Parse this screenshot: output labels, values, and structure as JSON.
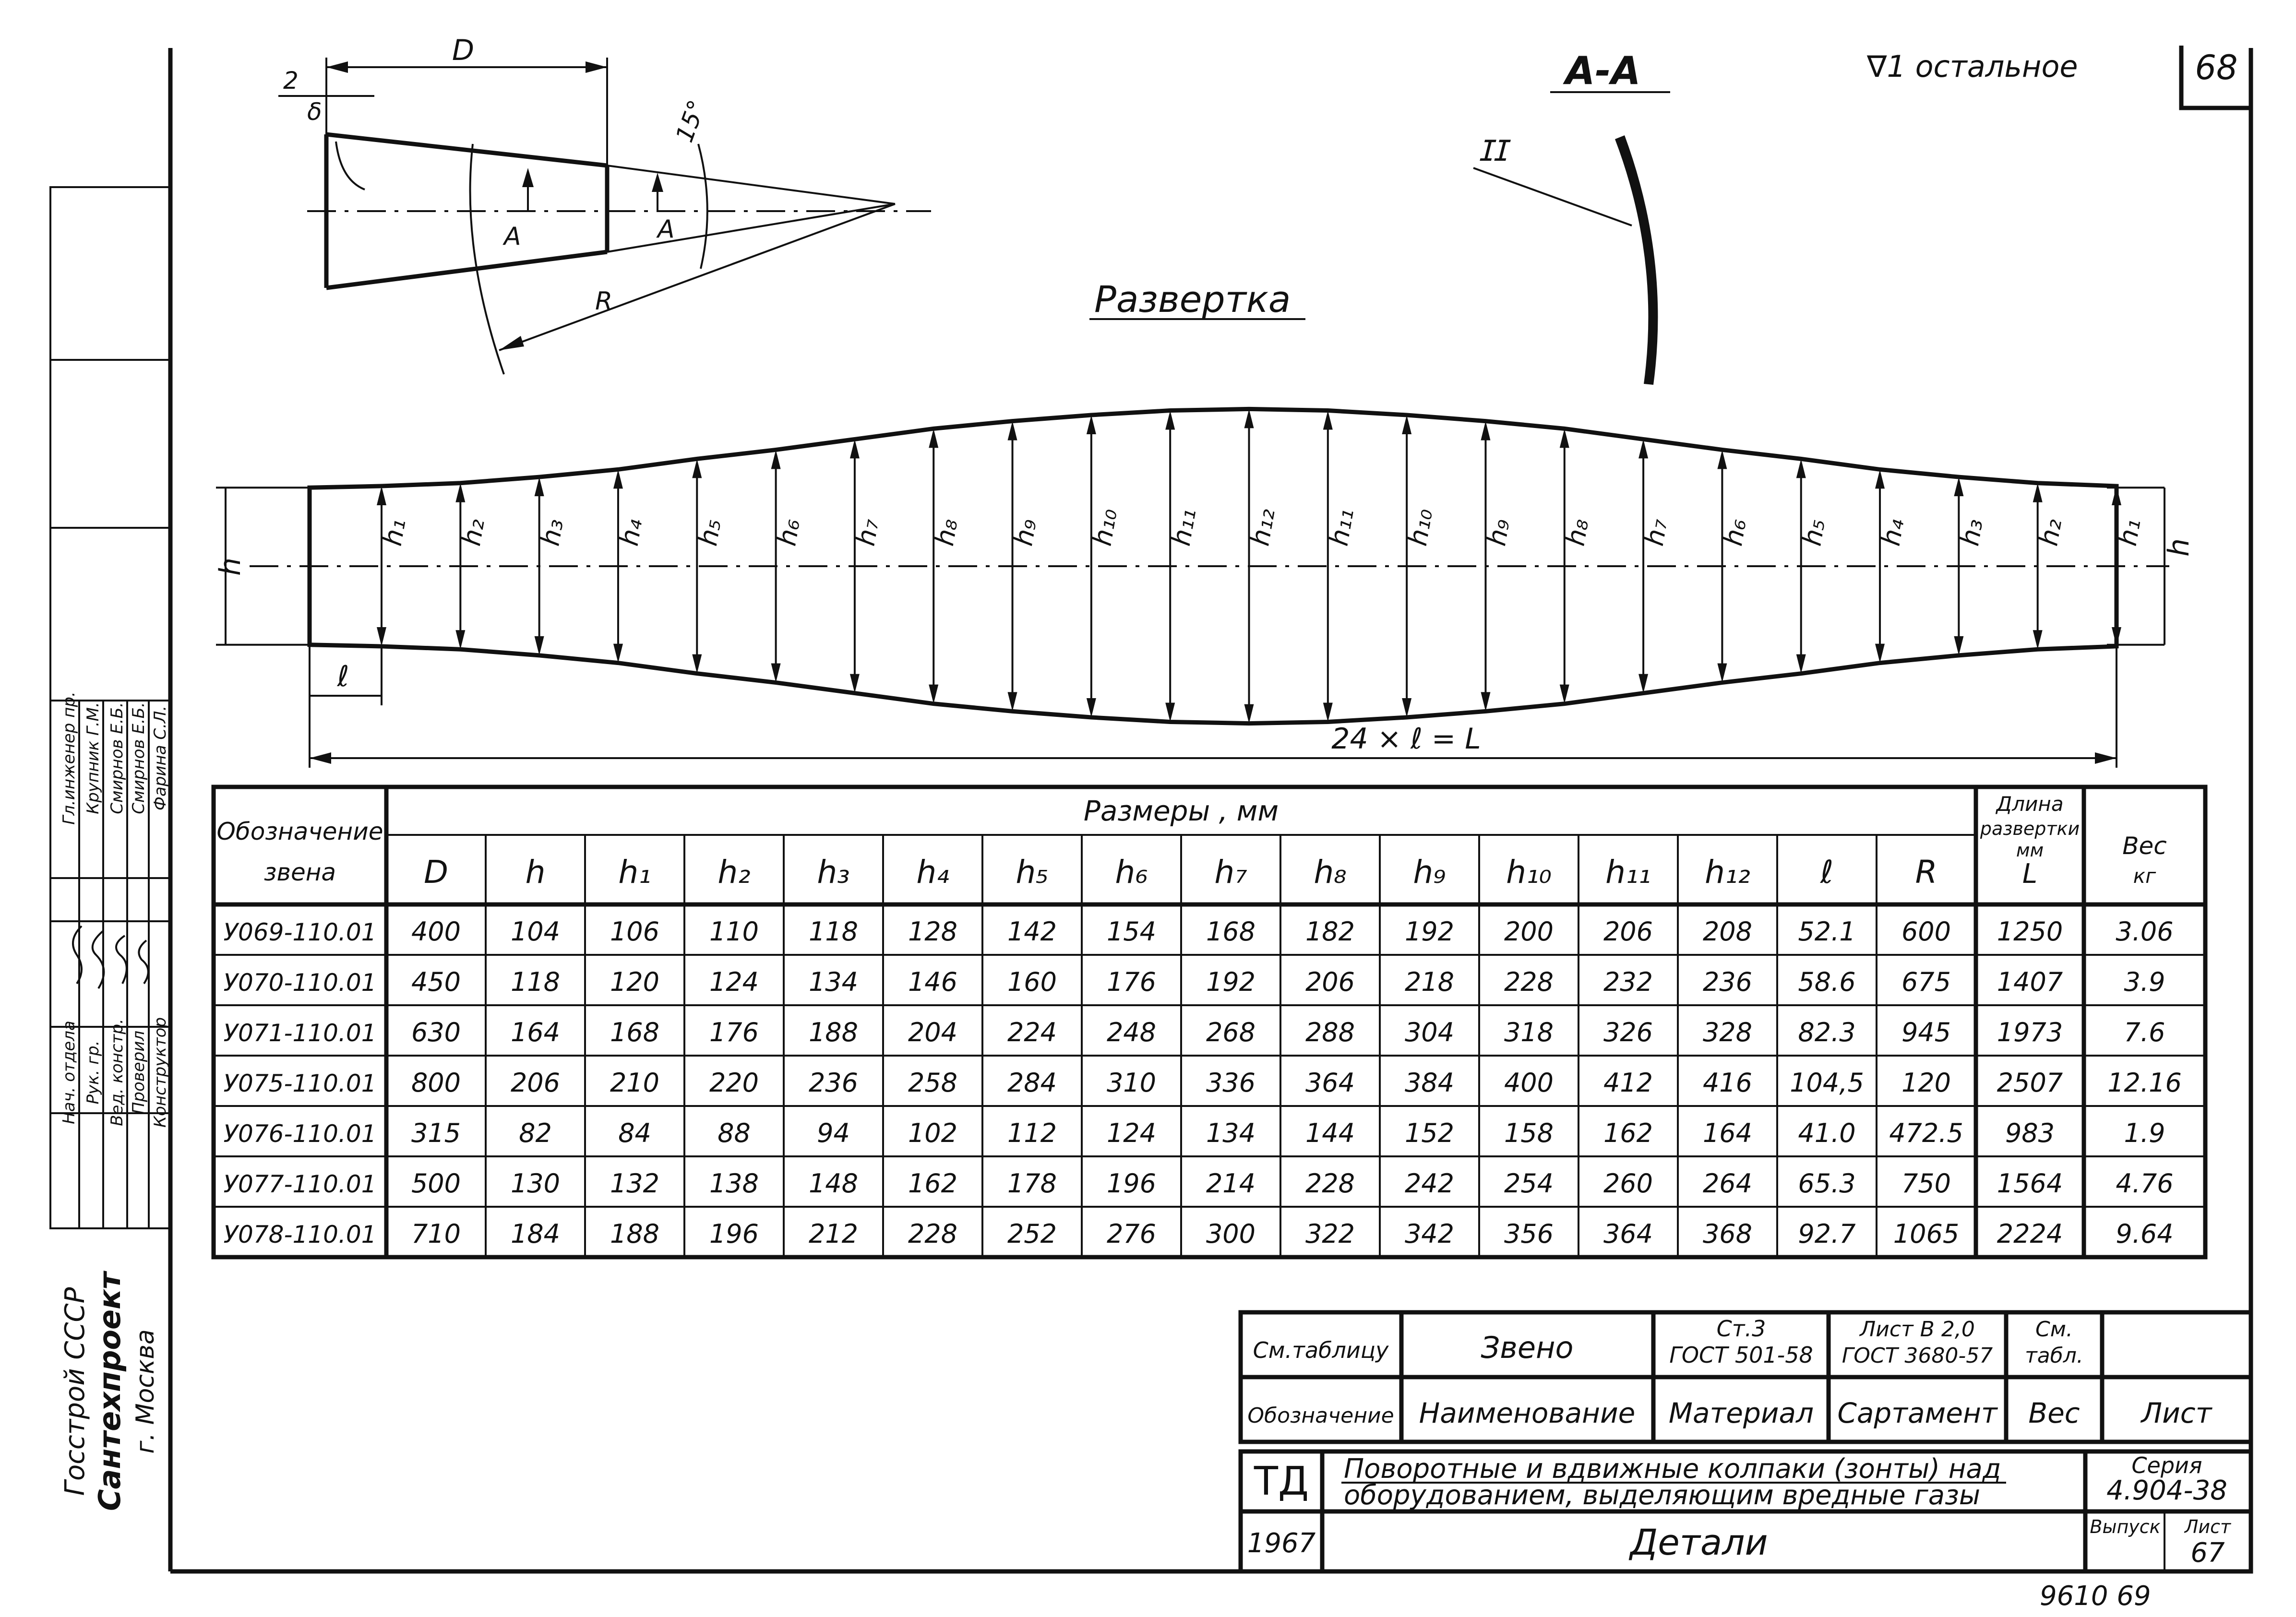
{
  "sheet_number": "68",
  "section_title": "A-A",
  "section_cut_label": "A",
  "surface_note": "∇1 остальное",
  "heading_razvertka": "Развертка",
  "top_view": {
    "dim_D": "D",
    "dim_2": "2",
    "dim_delta": "δ",
    "angle": "15°",
    "radius": "R"
  },
  "development": {
    "left_h": "h",
    "right_h": "h",
    "segment_l": "ℓ",
    "overall": "24 × ℓ = L",
    "h_labels": [
      "h₁",
      "h₂",
      "h₃",
      "h₄",
      "h₅",
      "h₆",
      "h₇",
      "h₈",
      "h₉",
      "h₁₀",
      "h₁₁",
      "h₁₂",
      "h₁₁",
      "h₁₀",
      "h₉",
      "h₈",
      "h₇",
      "h₆",
      "h₅",
      "h₄",
      "h₃",
      "h₂",
      "h₁"
    ],
    "h_values_rel": [
      106,
      110,
      118,
      128,
      142,
      154,
      168,
      182,
      192,
      200,
      206,
      208,
      206,
      200,
      192,
      182,
      168,
      154,
      142,
      128,
      118,
      110,
      106
    ],
    "h_end_rel": 104
  },
  "table": {
    "col_designation": "Обозначение звена",
    "group_header": "Размеры ,      мм",
    "col_length": "Длина развертки мм L",
    "col_weight": "Вес кг",
    "dim_headers": [
      "D",
      "h",
      "h₁",
      "h₂",
      "h₃",
      "h₄",
      "h₅",
      "h₆",
      "h₇",
      "h₈",
      "h₉",
      "h₁₀",
      "h₁₁",
      "h₁₂",
      "ℓ",
      "R"
    ],
    "rows": [
      [
        "У069-110.01",
        "400",
        "104",
        "106",
        "110",
        "118",
        "128",
        "142",
        "154",
        "168",
        "182",
        "192",
        "200",
        "206",
        "208",
        "52.1",
        "600",
        "1250",
        "3.06"
      ],
      [
        "У070-110.01",
        "450",
        "118",
        "120",
        "124",
        "134",
        "146",
        "160",
        "176",
        "192",
        "206",
        "218",
        "228",
        "232",
        "236",
        "58.6",
        "675",
        "1407",
        "3.9"
      ],
      [
        "У071-110.01",
        "630",
        "164",
        "168",
        "176",
        "188",
        "204",
        "224",
        "248",
        "268",
        "288",
        "304",
        "318",
        "326",
        "328",
        "82.3",
        "945",
        "1973",
        "7.6"
      ],
      [
        "У075-110.01",
        "800",
        "206",
        "210",
        "220",
        "236",
        "258",
        "284",
        "310",
        "336",
        "364",
        "384",
        "400",
        "412",
        "416",
        "104,5",
        "120",
        "2507",
        "12.16"
      ],
      [
        "У076-110.01",
        "315",
        "82",
        "84",
        "88",
        "94",
        "102",
        "112",
        "124",
        "134",
        "144",
        "152",
        "158",
        "162",
        "164",
        "41.0",
        "472.5",
        "983",
        "1.9"
      ],
      [
        "У077-110.01",
        "500",
        "130",
        "132",
        "138",
        "148",
        "162",
        "178",
        "196",
        "214",
        "228",
        "242",
        "254",
        "260",
        "264",
        "65.3",
        "750",
        "1564",
        "4.76"
      ],
      [
        "У078-110.01",
        "710",
        "184",
        "188",
        "196",
        "212",
        "228",
        "252",
        "276",
        "300",
        "322",
        "342",
        "356",
        "364",
        "368",
        "92.7",
        "1065",
        "2224",
        "9.64"
      ]
    ]
  },
  "spec": {
    "ref": "См.таблицу",
    "name": "Звено",
    "material_1": "Ст.3",
    "material_2": "ГОСТ 501-58",
    "assortment_1": "Лист В 2,0",
    "assortment_2": "ГОСТ 3680-57",
    "weight_1": "См.",
    "weight_2": "табл.",
    "h_designation": "Обозначение",
    "h_name": "Наименование",
    "h_material": "Материал",
    "h_assortment": "Сартамент",
    "h_weight": "Вес",
    "h_sheet": "Лист"
  },
  "title_block": {
    "logo": "ТД",
    "title_1": "Поворотные и вдвижные колпаки (зонты) над",
    "title_2": "оборудованием, выделяющим вредные газы",
    "series_label": "Серия",
    "series": "4.904-38",
    "year": "1967",
    "detail": "Детали",
    "issue_label": "Выпуск",
    "sheet_label": "Лист",
    "sheet": "67"
  },
  "stamp": {
    "roles": [
      "Нач. отдела",
      "Рук. гр.",
      "Вед. констр.",
      "Проверил",
      "Конструктор"
    ],
    "names": [
      "Крупник Г.М.",
      "Смирнов Е.Б.",
      "Смирнов Е.Б.",
      "Фарина С.Л."
    ],
    "org_1": "Госстрой СССР",
    "org_2": "Сантехпроект",
    "org_3": "г. Москва",
    "header": "Гл.инженер пр."
  },
  "footer_numbers": "9610   69"
}
